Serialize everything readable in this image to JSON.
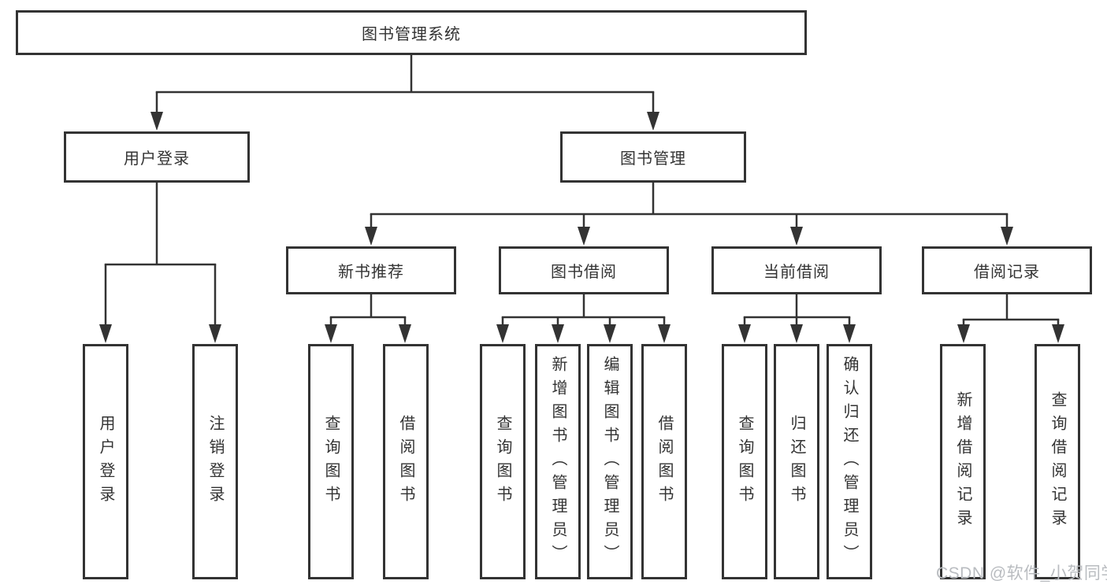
{
  "colors": {
    "line": "#333333",
    "box_border": "#333333",
    "text": "#333333",
    "watermark": "#b9bcc0",
    "background": "#ffffff"
  },
  "watermark": "CSDN @软件_小贺同学",
  "tree": {
    "root": "图书管理系统",
    "children": [
      {
        "label": "用户登录",
        "children": [
          "用户登录",
          "注销登录"
        ]
      },
      {
        "label": "图书管理",
        "children": [
          {
            "label": "新书推荐",
            "children": [
              "查询图书",
              "借阅图书"
            ]
          },
          {
            "label": "图书借阅",
            "children": [
              "查询图书",
              "新增图书（管理员）",
              "编辑图书（管理员）",
              "借阅图书"
            ]
          },
          {
            "label": "当前借阅",
            "children": [
              "查询图书",
              "归还图书",
              "确认归还（管理员）"
            ]
          },
          {
            "label": "借阅记录",
            "children": [
              "新增借阅记录",
              "查询借阅记录"
            ]
          }
        ]
      }
    ]
  }
}
